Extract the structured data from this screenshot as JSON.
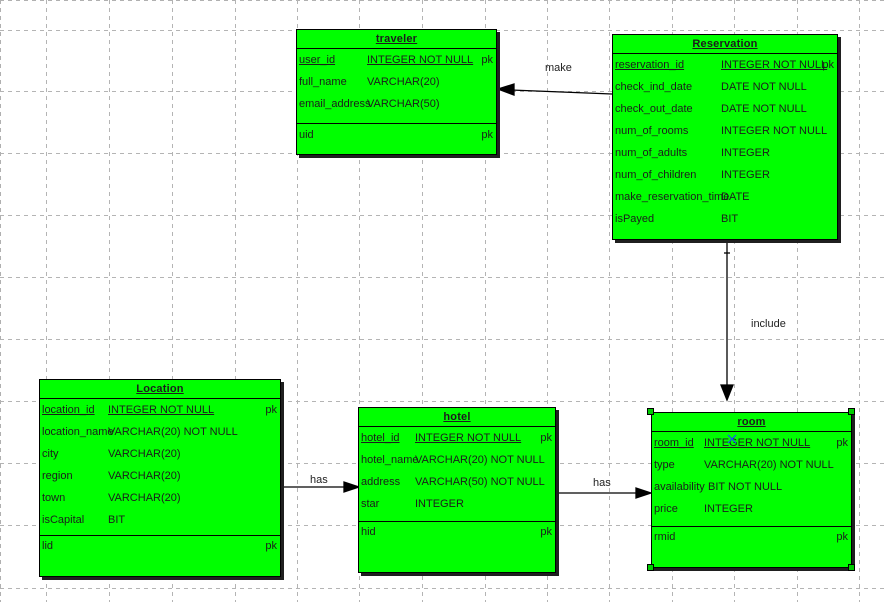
{
  "entities": {
    "traveler": {
      "title": "traveler",
      "attrs": [
        {
          "name": "user_id",
          "type": "INTEGER NOT NULL",
          "key": "pk"
        },
        {
          "name": "full_name",
          "type": "VARCHAR(20)",
          "key": ""
        },
        {
          "name": "email_address",
          "type": "VARCHAR(50)",
          "key": ""
        }
      ],
      "footer": {
        "name": "uid",
        "key": "pk"
      }
    },
    "reservation": {
      "title": "Reservation",
      "attrs": [
        {
          "name": "reservation_id",
          "type": "INTEGER NOT NULL",
          "key": "pk"
        },
        {
          "name": "check_ind_date",
          "type": "DATE NOT NULL",
          "key": ""
        },
        {
          "name": "check_out_date",
          "type": "DATE NOT NULL",
          "key": ""
        },
        {
          "name": "num_of_rooms",
          "type": "INTEGER NOT NULL",
          "key": ""
        },
        {
          "name": "num_of_adults",
          "type": "INTEGER",
          "key": ""
        },
        {
          "name": "num_of_children",
          "type": "INTEGER",
          "key": ""
        },
        {
          "name": "make_reservation_time",
          "type": "DATE",
          "key": ""
        },
        {
          "name": "isPayed",
          "type": "BIT",
          "key": ""
        }
      ]
    },
    "location": {
      "title": "Location",
      "attrs": [
        {
          "name": "location_id",
          "type": "INTEGER NOT NULL",
          "key": "pk"
        },
        {
          "name": "location_name",
          "type": "VARCHAR(20) NOT NULL",
          "key": ""
        },
        {
          "name": "city",
          "type": "VARCHAR(20)",
          "key": ""
        },
        {
          "name": "region",
          "type": "VARCHAR(20)",
          "key": ""
        },
        {
          "name": "town",
          "type": "VARCHAR(20)",
          "key": ""
        },
        {
          "name": "isCapital",
          "type": "BIT",
          "key": ""
        }
      ],
      "footer": {
        "name": "lid",
        "key": "pk"
      }
    },
    "hotel": {
      "title": "hotel",
      "attrs": [
        {
          "name": "hotel_id",
          "type": "INTEGER NOT NULL",
          "key": "pk"
        },
        {
          "name": "hotel_name",
          "type": "VARCHAR(20) NOT NULL",
          "key": ""
        },
        {
          "name": "address",
          "type": "VARCHAR(50) NOT NULL",
          "key": ""
        },
        {
          "name": "star",
          "type": "INTEGER",
          "key": ""
        }
      ],
      "footer": {
        "name": "hid",
        "key": "pk"
      }
    },
    "room": {
      "title": "room",
      "attrs": [
        {
          "name": "room_id",
          "type": "INTEGER NOT NULL",
          "key": "pk"
        },
        {
          "name": "type",
          "type": "VARCHAR(20) NOT NULL",
          "key": ""
        },
        {
          "name": "availability",
          "type": "BIT NOT NULL",
          "key": ""
        },
        {
          "name": "price",
          "type": "INTEGER",
          "key": ""
        }
      ],
      "footer": {
        "name": "rmid",
        "key": "pk"
      }
    }
  },
  "relationships": {
    "make": "make",
    "include": "include",
    "has_location_hotel": "has",
    "has_hotel_room": "has"
  },
  "colors": {
    "entity_fill": "#00ff00",
    "grid": "#b0b0b0"
  }
}
